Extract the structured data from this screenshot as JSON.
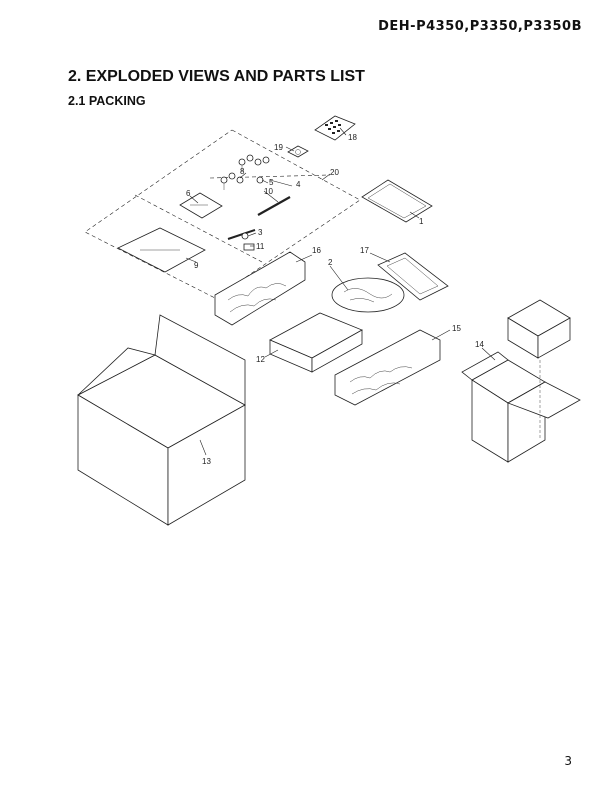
{
  "header": {
    "model": "DEH-P4350,P3350,P3350B"
  },
  "section": {
    "title": "2. EXPLODED VIEWS AND PARTS LIST",
    "subtitle": "2.1 PACKING"
  },
  "callouts": [
    "1",
    "2",
    "3",
    "4",
    "5",
    "6",
    "8",
    "9",
    "10",
    "11",
    "12",
    "13",
    "14",
    "15",
    "16",
    "17",
    "18",
    "19",
    "20"
  ],
  "footer": {
    "page": "3"
  }
}
